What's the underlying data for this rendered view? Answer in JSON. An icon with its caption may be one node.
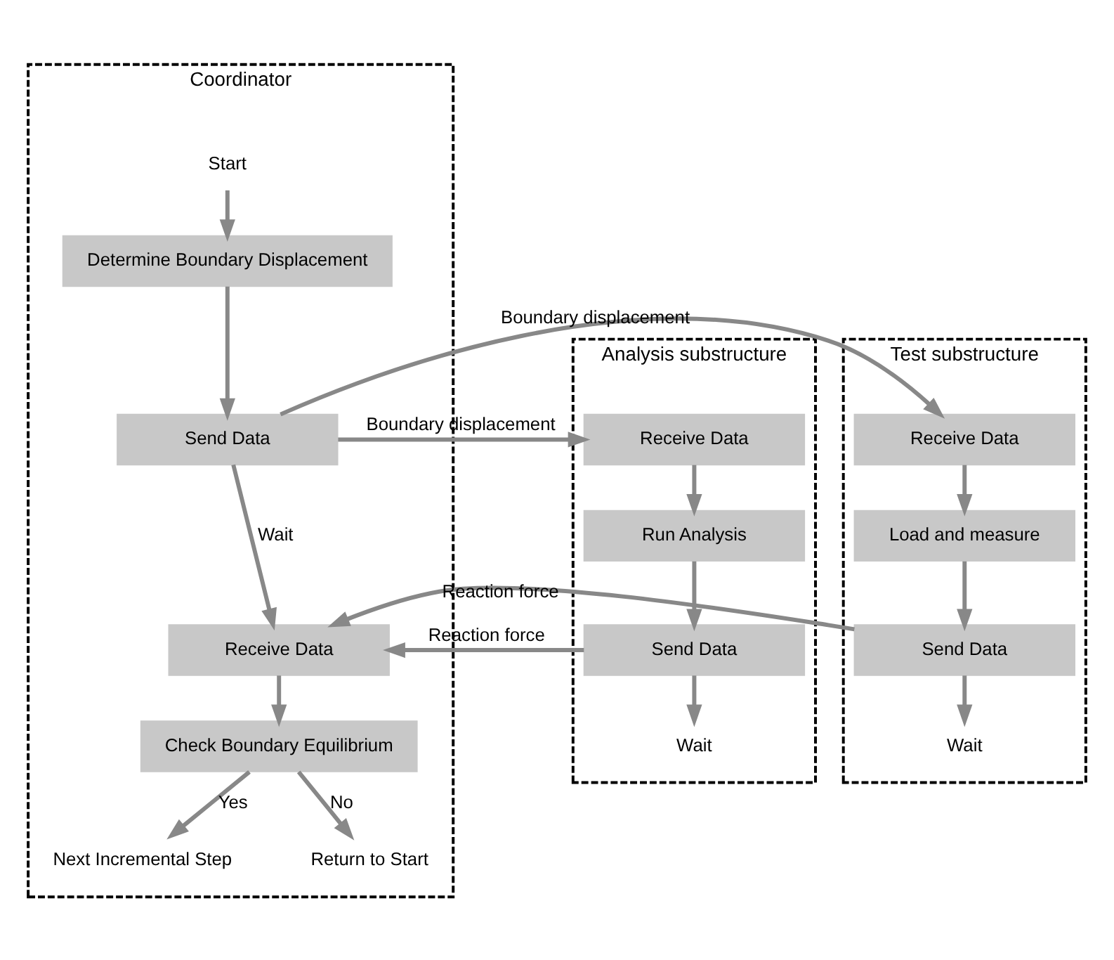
{
  "diagram": {
    "nodes": [
      {
        "text": [
          "Coordinator"
        ]
      },
      {
        "text": [
          "Start"
        ],
        "in": 0
      },
      {
        "text": [
          "Determine Boundary Displacement"
        ],
        "in": 0
      },
      {
        "text": [
          "Send Data"
        ],
        "in": 0
      },
      {
        "text": [
          "Receive Data"
        ],
        "in": 0
      },
      {
        "text": [
          "Check Boundary Equilibrium"
        ],
        "in": 0
      },
      {
        "text": [
          "Next Incremental Step"
        ],
        "in": 0
      },
      {
        "text": [
          "Return to Start"
        ],
        "in": 0
      },
      {
        "text": [
          "Analysis substructure"
        ]
      },
      {
        "text": [
          "Receive Data"
        ],
        "in": 8
      },
      {
        "text": [
          "Run Analysis"
        ],
        "in": 8
      },
      {
        "text": [
          "Send Data"
        ],
        "in": 8
      },
      {
        "text": [
          "Wait"
        ],
        "in": 8
      },
      {
        "text": [
          "Test substructure"
        ]
      },
      {
        "text": [
          "Receive Data"
        ],
        "in": 13
      },
      {
        "text": [
          "Load and measure"
        ],
        "in": 13
      },
      {
        "text": [
          "Send Data"
        ],
        "in": 13
      },
      {
        "text": [
          "Wait"
        ],
        "in": 13
      }
    ],
    "edges": [
      {
        "from": 1,
        "to": 2,
        "arrow": "to"
      },
      {
        "from": 2,
        "to": 3,
        "arrow": "to"
      },
      {
        "from": 3,
        "to": 9,
        "arrow": "to",
        "label": "Boundary displacement"
      },
      {
        "from": 3,
        "to": 14,
        "arrow": "to",
        "label": "Boundary displacement"
      },
      {
        "from": 3,
        "to": 4,
        "arrow": "to",
        "label": "Wait"
      },
      {
        "from": 11,
        "to": 4,
        "arrow": "to",
        "label": "Reaction force"
      },
      {
        "from": 16,
        "to": 4,
        "arrow": "to",
        "label": "Reaction force"
      },
      {
        "from": 4,
        "to": 5,
        "arrow": "to"
      },
      {
        "from": 5,
        "to": 6,
        "arrow": "to",
        "label": "Yes"
      },
      {
        "from": 5,
        "to": 7,
        "arrow": "to",
        "label": "No"
      },
      {
        "from": 9,
        "to": 10,
        "arrow": "to"
      },
      {
        "from": 10,
        "to": 11,
        "arrow": "to"
      },
      {
        "from": 11,
        "to": 12,
        "arrow": "to"
      },
      {
        "from": 14,
        "to": 15,
        "arrow": "to"
      },
      {
        "from": 15,
        "to": 16,
        "arrow": "to"
      },
      {
        "from": 16,
        "to": 17,
        "arrow": "to"
      }
    ]
  }
}
